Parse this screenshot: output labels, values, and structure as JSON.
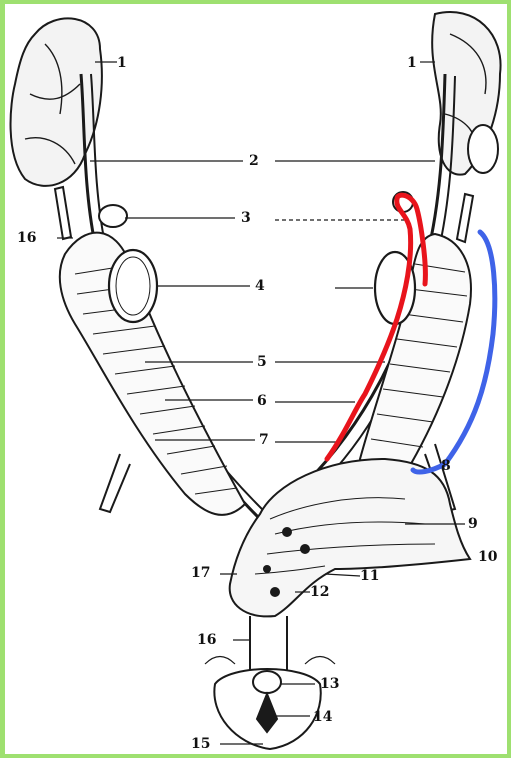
{
  "labels": {
    "l1_left": "1",
    "l1_right": "1",
    "l2": "2",
    "l3": "3",
    "l4": "4",
    "l5": "5",
    "l6": "6",
    "l7": "7",
    "l8": "8",
    "l9": "9",
    "l10": "10",
    "l11": "11",
    "l12": "12",
    "l13": "13",
    "l14": "14",
    "l15": "15",
    "l16_bottom": "16",
    "l16_left": "16",
    "l17": "17"
  },
  "colors": {
    "background_border": "#9ee070",
    "ink": "#1a1a1a",
    "red_annotation": "#e8141c",
    "blue_annotation": "#3f63e8"
  }
}
